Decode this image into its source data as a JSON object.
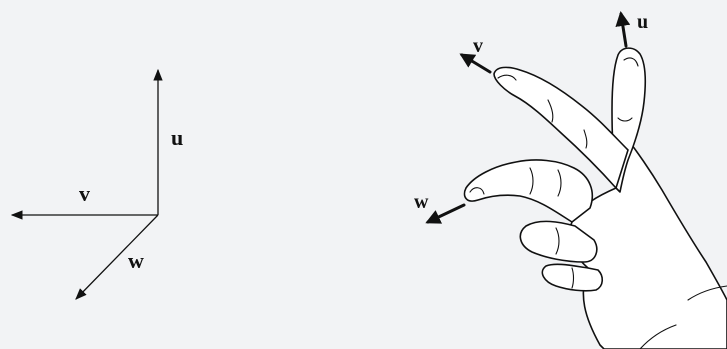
{
  "left_diagram": {
    "axis_u_label": "u",
    "axis_v_label": "v",
    "axis_w_label": "w"
  },
  "hand_diagram": {
    "finger_u_label": "u",
    "finger_v_label": "v",
    "finger_w_label": "w"
  },
  "colors": {
    "background": "#f2f3f5",
    "ink": "#111111",
    "hand_fill": "#ffffff"
  }
}
